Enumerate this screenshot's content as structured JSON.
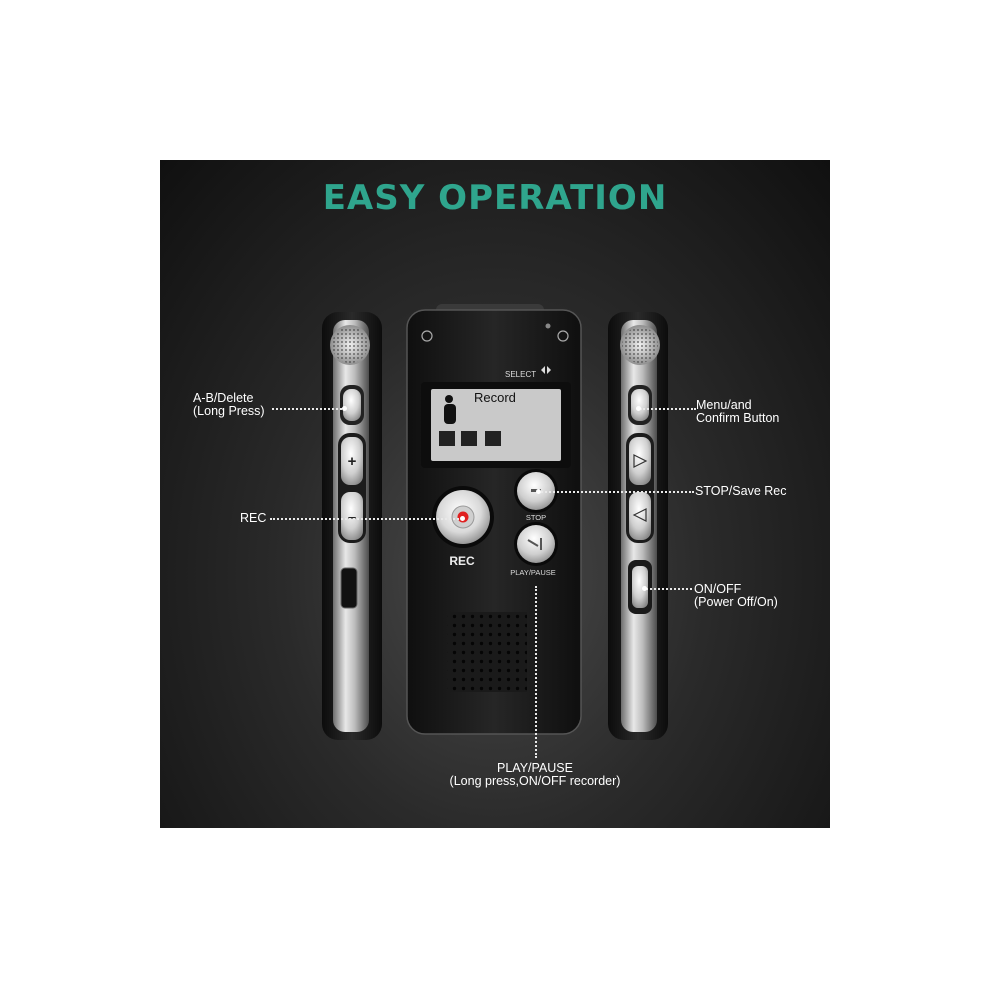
{
  "title": "EASY OPERATION",
  "callouts": {
    "ab_delete": {
      "line1": "A-B/Delete",
      "line2": "(Long Press)"
    },
    "rec": "REC",
    "menu": {
      "line1": "Menu/and",
      "line2": "Confirm Button"
    },
    "stop": "STOP/Save Rec",
    "onoff": {
      "line1": "ON/OFF",
      "line2": "(Power Off/On)"
    },
    "playpause": {
      "line1": "PLAY/PAUSE",
      "line2": "(Long press,ON/OFF recorder)"
    }
  },
  "device": {
    "select_label": "SELECT",
    "screen_label": "Record",
    "rec_label": "REC",
    "stop_label": "STOP",
    "playpause_label": "PLAY/PAUSE",
    "plus": "+",
    "minus": "–"
  },
  "colors": {
    "title": "#2fa58d",
    "rec_dot": "#e02020",
    "screen": "#c9c9c9"
  },
  "icons": [
    "microphone-icon",
    "record-icon",
    "folder-icon",
    "settings-icon",
    "play-pause-icon",
    "stop-icon"
  ]
}
